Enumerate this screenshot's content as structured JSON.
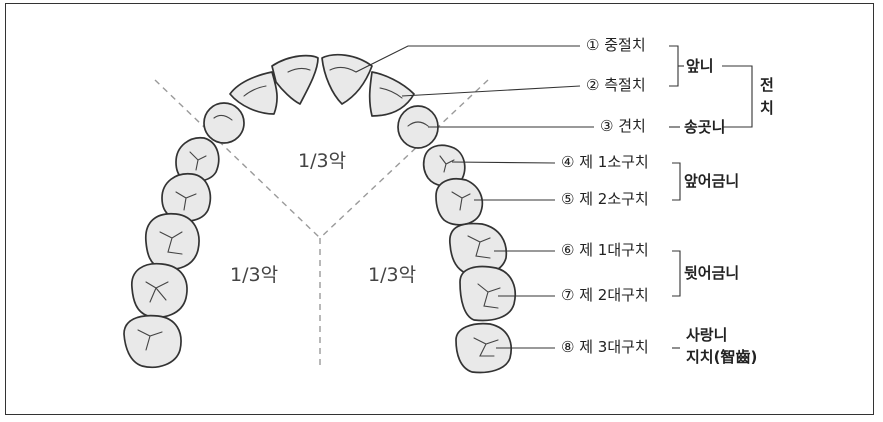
{
  "regions": [
    "1/3악",
    "1/3악",
    "1/3악"
  ],
  "teeth": [
    {
      "label": "① 중절치"
    },
    {
      "label": "② 측절치"
    },
    {
      "label": "③ 견치"
    },
    {
      "label": "④ 제 1소구치"
    },
    {
      "label": "⑤ 제 2소구치"
    },
    {
      "label": "⑥ 제 1대구치"
    },
    {
      "label": "⑦ 제 2대구치"
    },
    {
      "label": "⑧ 제 3대구치"
    }
  ],
  "groups": {
    "front_teeth": "앞니",
    "canine": "송곳니",
    "anterior": "전\n치",
    "premolars": "앞어금니",
    "molars": "뒷어금니",
    "wisdom_tooth": "사랑니",
    "wisdom_tooth_hanja": "지치(智齒)"
  }
}
